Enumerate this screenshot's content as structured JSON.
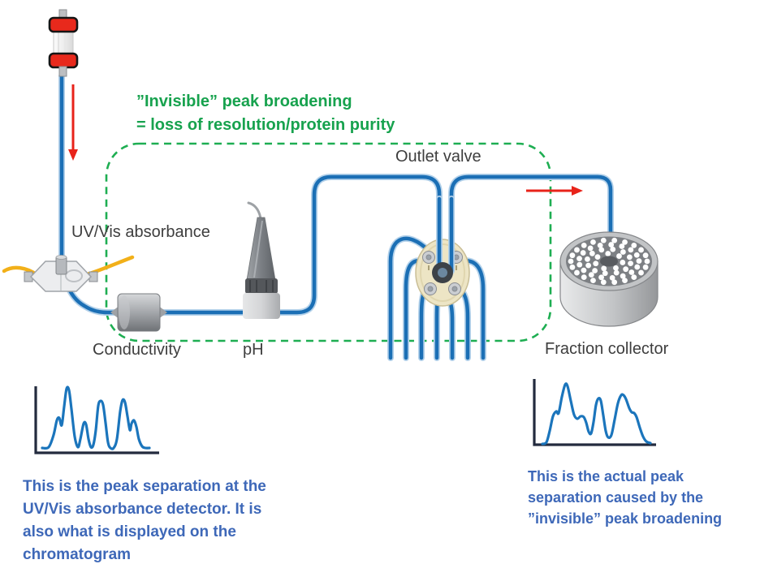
{
  "note": {
    "line1": "”Invisible” peak broadening",
    "line2": "= loss of resolution/protein purity"
  },
  "labels": {
    "uv_vis": "UV/Vis absorbance",
    "conductivity": "Conductivity",
    "ph": "pH",
    "outlet_valve": "Outlet valve",
    "fraction_collector": "Fraction collector"
  },
  "captions": {
    "left": "This is the peak separation at the UV/Vis absorbance detector. It is also what is displayed on the chromatogram",
    "right": "This is the actual peak separation caused by the ”invisible” peak broadening"
  },
  "colors": {
    "tubing_blue": "#1B6FB5",
    "tubing_halo": "#B3D1EA",
    "dashed_green": "#1EAE52",
    "note_green": "#17A24E",
    "caption_blue": "#3E68B8",
    "label_gray": "#3E3E3E",
    "arrow_red": "#E8231A",
    "fiber_yellow": "#F2B019",
    "trace_blue": "#1B75BC",
    "axis_navy": "#232B3E",
    "column_red": "#E8291C",
    "valve_cream": "#EDE5C5"
  },
  "chart_data": [
    {
      "type": "line",
      "name": "uv-detector-chromatogram",
      "title": "",
      "description": "Well-resolved peaks at the UV/Vis absorbance detector",
      "axes": "unlabeled L-shaped axes, no grid, no ticks",
      "trace": [
        [
          52,
          552
        ],
        [
          60,
          551
        ],
        [
          66,
          536
        ],
        [
          70,
          518
        ],
        [
          73,
          515
        ],
        [
          76,
          524
        ],
        [
          79,
          501
        ],
        [
          82,
          479
        ],
        [
          85,
          481
        ],
        [
          88,
          504
        ],
        [
          92,
          538
        ],
        [
          96,
          551
        ],
        [
          99,
          541
        ],
        [
          103,
          522
        ],
        [
          106,
          523
        ],
        [
          109,
          541
        ],
        [
          112,
          551
        ],
        [
          115,
          548
        ],
        [
          118,
          530
        ],
        [
          121,
          500
        ],
        [
          124,
          494
        ],
        [
          127,
          499
        ],
        [
          130,
          521
        ],
        [
          133,
          545
        ],
        [
          136,
          552
        ],
        [
          140,
          552
        ],
        [
          144,
          541
        ],
        [
          148,
          507
        ],
        [
          151,
          493
        ],
        [
          154,
          496
        ],
        [
          157,
          513
        ],
        [
          160,
          530
        ],
        [
          162,
          522
        ],
        [
          165,
          518
        ],
        [
          168,
          526
        ],
        [
          171,
          541
        ],
        [
          175,
          550
        ],
        [
          179,
          552
        ],
        [
          184,
          552
        ]
      ]
    },
    {
      "type": "line",
      "name": "actual-separation-chromatogram",
      "title": "",
      "description": "Broadened, partially merged peaks after the flow path",
      "axes": "unlabeled L-shaped axes, no grid, no ticks",
      "trace": [
        [
          668,
          547
        ],
        [
          673,
          545
        ],
        [
          677,
          531
        ],
        [
          681,
          513
        ],
        [
          685,
          507
        ],
        [
          688,
          509
        ],
        [
          692,
          489
        ],
        [
          696,
          474
        ],
        [
          699,
          476
        ],
        [
          703,
          494
        ],
        [
          707,
          511
        ],
        [
          711,
          516
        ],
        [
          715,
          513
        ],
        [
          719,
          514
        ],
        [
          722,
          521
        ],
        [
          725,
          532
        ],
        [
          728,
          534
        ],
        [
          731,
          520
        ],
        [
          734,
          499
        ],
        [
          737,
          491
        ],
        [
          740,
          494
        ],
        [
          743,
          512
        ],
        [
          746,
          531
        ],
        [
          749,
          539
        ],
        [
          753,
          536
        ],
        [
          757,
          517
        ],
        [
          761,
          497
        ],
        [
          765,
          487
        ],
        [
          768,
          487
        ],
        [
          771,
          492
        ],
        [
          775,
          503
        ],
        [
          778,
          508
        ],
        [
          781,
          509
        ],
        [
          784,
          514
        ],
        [
          788,
          527
        ],
        [
          792,
          538
        ],
        [
          796,
          544
        ],
        [
          801,
          546
        ]
      ]
    }
  ]
}
